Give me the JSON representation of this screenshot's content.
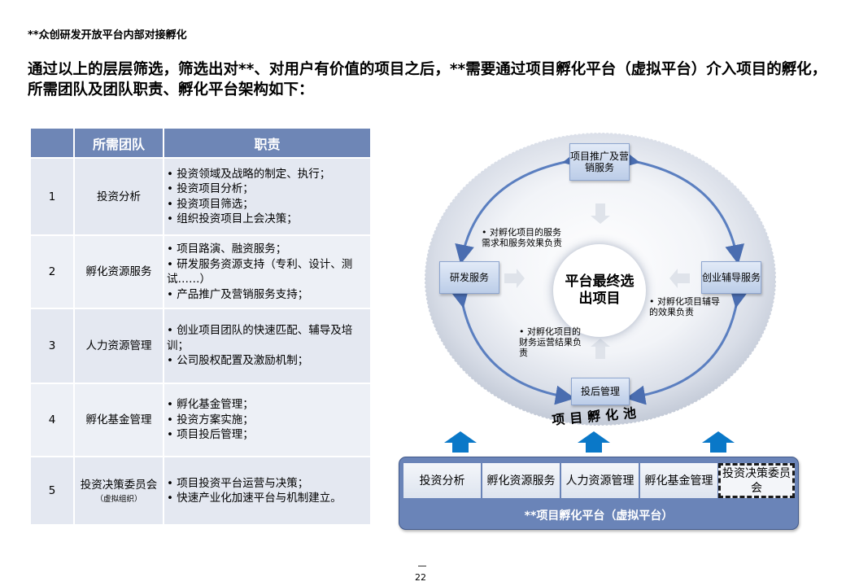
{
  "pre_title": "**众创研发开放平台内部对接孵化",
  "headline": "通过以上的层层筛选，筛选出对**、对用户有价值的项目之后，**需要通过项目孵化平台（虚拟平台）介入项目的孵化，所需团队及团队职责、孵化平台架构如下：",
  "table": {
    "headers": [
      "",
      "所需团队",
      "职责"
    ],
    "rows": [
      {
        "num": "1",
        "team": "投资分析",
        "team_note": "",
        "duties": [
          "• 投资领域及战略的制定、执行；",
          "• 投资项目分析；",
          "• 投资项目筛选；",
          "• 组织投资项目上会决策；"
        ]
      },
      {
        "num": "2",
        "team": "孵化资源服务",
        "team_note": "",
        "duties": [
          "• 项目路演、融资服务；",
          "• 研发服务资源支持（专利、设计、测试……）",
          "• 产品推广及营销服务支持；"
        ]
      },
      {
        "num": "3",
        "team": "人力资源管理",
        "team_note": "",
        "duties": [
          "• 创业项目团队的快速匹配、辅导及培训；",
          "• 公司股权配置及激励机制；"
        ]
      },
      {
        "num": "4",
        "team": "孵化基金管理",
        "team_note": "",
        "duties": [
          "• 孵化基金管理；",
          "• 投资方案实施；",
          "• 项目投后管理；"
        ]
      },
      {
        "num": "5",
        "team": "投资决策委员会",
        "team_note": "（虚拟组织）",
        "duties": [
          "• 项目投资平台运营与决策；",
          "• 快速产业化加速平台与机制建立。"
        ]
      }
    ]
  },
  "diagram": {
    "top_box": "项目推广及营销服务",
    "left_box": "研发服务",
    "right_box": "创业辅导服务",
    "bottom_box": "投后管理",
    "center": "平台最终选出项目",
    "note_left": "• 对孵化项目的服务需求和服务效果负责",
    "note_right": "• 对孵化项目辅导的效果负责",
    "note_bottom": "• 对孵化项目的财务运营结果负责",
    "pool_label": "项目孵化池",
    "platform_cells": [
      "投资分析",
      "孵化资源服务",
      "人力资源管理",
      "孵化基金管理",
      "投资决策委员会"
    ],
    "platform_label": "**项目孵化平台（虚拟平台）"
  },
  "colors": {
    "header_blue": "#6e86b6",
    "arrow_blue": "#0070c0",
    "platform_blue": "#6a84b8"
  },
  "page_number": "22"
}
